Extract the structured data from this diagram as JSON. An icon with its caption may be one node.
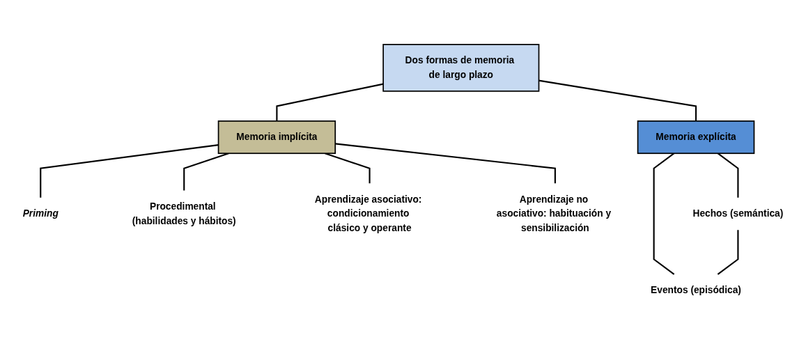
{
  "diagram": {
    "nodes": [
      {
        "text": [
          "Dos formas de memoria de largo plazo"
        ]
      },
      {
        "text": [
          "Memoria implícita"
        ]
      },
      {
        "text": [
          "Memoria explícita"
        ]
      },
      {
        "text": [
          "Priming"
        ]
      },
      {
        "text": [
          "Procedimental (habilidades y hábitos)"
        ]
      },
      {
        "text": [
          "Aprendizaje asociativo: condicionamiento clásico y operante"
        ]
      },
      {
        "text": [
          "Aprendizaje no asociativo: habituación y sensibilización"
        ]
      },
      {
        "text": [
          "Hechos (semántica)"
        ]
      },
      {
        "text": [
          "Eventos (episódica)"
        ]
      }
    ],
    "edges": [
      {
        "from": 0,
        "to": 1,
        "arrow": "none"
      },
      {
        "from": 0,
        "to": 2,
        "arrow": "none"
      },
      {
        "from": 1,
        "to": 3,
        "arrow": "none"
      },
      {
        "from": 1,
        "to": 4,
        "arrow": "none"
      },
      {
        "from": 1,
        "to": 5,
        "arrow": "none"
      },
      {
        "from": 1,
        "to": 6,
        "arrow": "none"
      },
      {
        "from": 2,
        "to": 7,
        "arrow": "none"
      },
      {
        "from": 2,
        "to": 8,
        "arrow": "none"
      },
      {
        "from": 7,
        "to": 8,
        "arrow": "none"
      }
    ]
  }
}
